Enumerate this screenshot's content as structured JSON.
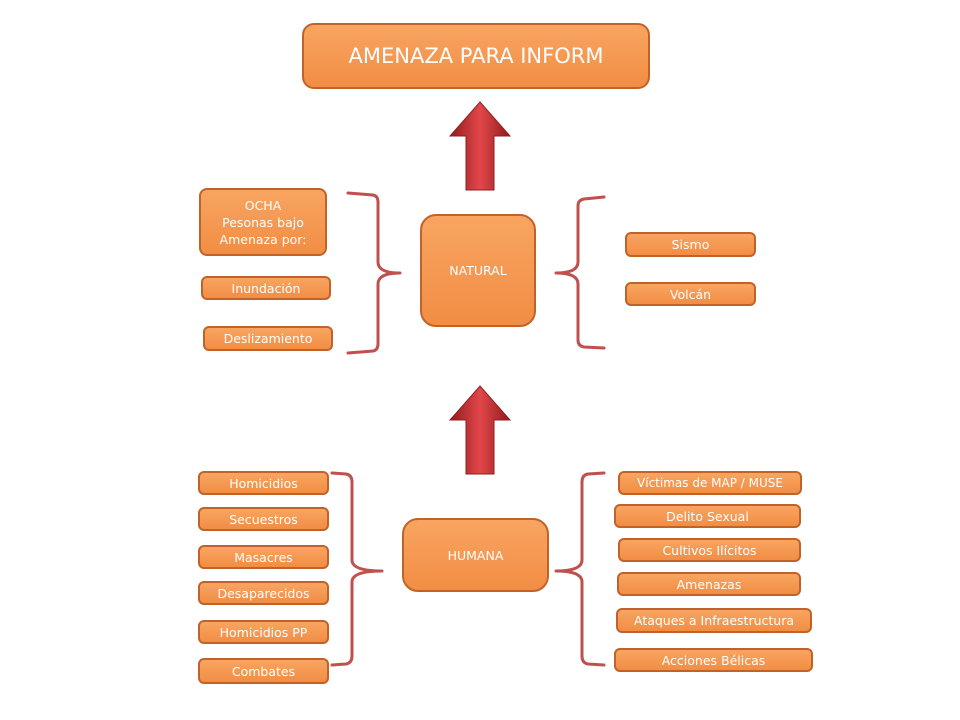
{
  "title": "AMENAZA PARA INFORM",
  "natural": {
    "label": "NATURAL",
    "left": {
      "ocha": [
        "OCHA",
        "Pesonas bajo",
        "Amenaza por:"
      ],
      "items": [
        "Inundación",
        "Deslizamiento"
      ]
    },
    "right": {
      "items": [
        "Sismo",
        "Volcán"
      ]
    }
  },
  "humana": {
    "label": "HUMANA",
    "left": {
      "items": [
        "Homicidios",
        "Secuestros",
        "Masacres",
        "Desaparecidos",
        "Homicidios PP",
        "Combates"
      ]
    },
    "right": {
      "items": [
        "Víctimas de MAP / MUSE",
        "Delito Sexual",
        "Cultivos Ilícitos",
        "Amenazas",
        "Ataques a Infraestructura",
        "Acciones Bélicas"
      ]
    }
  },
  "colors": {
    "box": "#f28d44",
    "box_border": "#c0632a",
    "brace": "#c0504d",
    "arrow": "#c0282d"
  }
}
